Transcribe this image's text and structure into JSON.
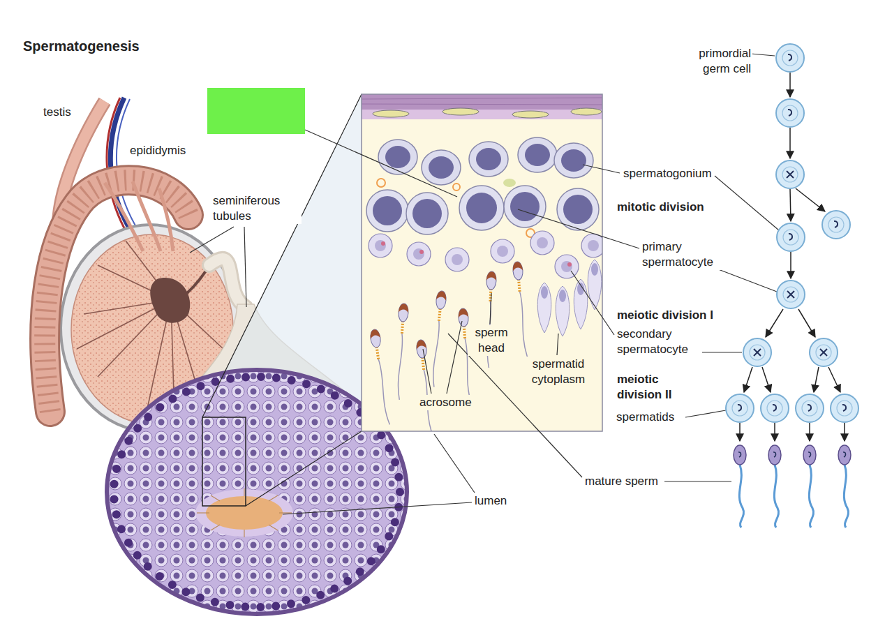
{
  "diagram": {
    "title": "Spermatogenesis",
    "labels": [
      "testis",
      "epididymis",
      "seminiferous tubules",
      "primordial germ cell",
      "spermatogonium",
      "mitotic division",
      "primary spermatocyte",
      "sperm head",
      "meiotic division I",
      "secondary spermatocyte",
      "spermatid cytoplasm",
      "acrosome",
      "meiotic division II",
      "spermatids",
      "mature sperm",
      "lumen"
    ]
  }
}
